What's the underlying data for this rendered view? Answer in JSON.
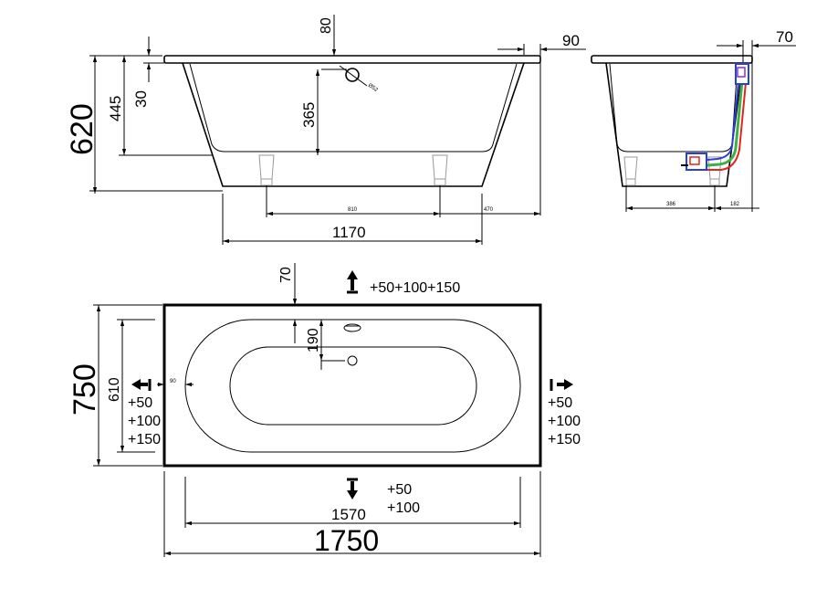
{
  "colors": {
    "line": "#000000",
    "background": "#ffffff",
    "pipe_red": "#e0261f",
    "pipe_green": "#3cb043",
    "pipe_blue": "#2a3fd6",
    "pipe_purple": "#8a2be2",
    "leg_grey": "#9a9a9a"
  },
  "side_view": {
    "dim_total_height": "620",
    "dim_inner_depth": "445",
    "dim_rim": "30",
    "dim_overflow_top": "80",
    "dim_overflow_height": "365",
    "dim_overflow_diameter": "Ø52",
    "dim_rim_overhang": "90",
    "dim_leg_spacing": "810",
    "dim_leg_end": "470",
    "dim_base_length": "1170"
  },
  "end_view": {
    "dim_rim_overhang": "70",
    "dim_leg_left": "386",
    "dim_leg_right": "182"
  },
  "plan_view": {
    "dim_top_offset": "70",
    "dim_overflow_offset": "190",
    "dim_side_offset": "90",
    "dim_width": "750",
    "dim_inner_width": "610",
    "dim_length": "1750",
    "dim_inner_length": "1570",
    "adjust_top": "+50+100+150",
    "adjust_left": [
      "+50",
      "+100",
      "+150"
    ],
    "adjust_right": [
      "+50",
      "+100",
      "+150"
    ],
    "adjust_bottom": [
      "+50",
      "+100"
    ]
  }
}
